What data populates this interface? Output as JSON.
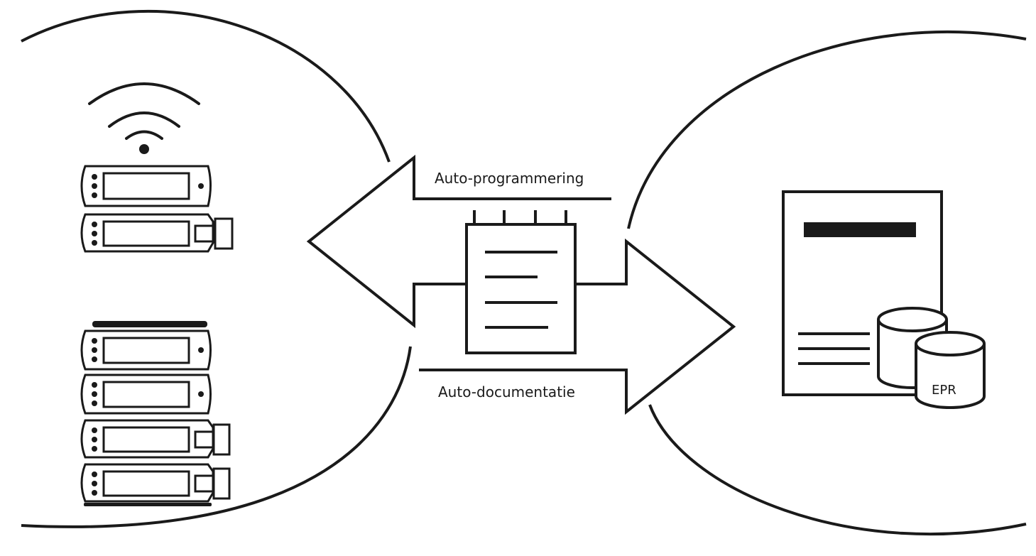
{
  "diagram": {
    "arrows": {
      "top_label": "Auto-programmering",
      "bottom_label": "Auto-documentatie"
    },
    "database": {
      "label": "EPR"
    },
    "icons": {
      "left_circle": [
        "wifi-icon",
        "infusion-pump-icon",
        "syringe-pump-icon",
        "pump-stack-icon"
      ],
      "center": "interface-module-icon",
      "right_circle": [
        "document-icon",
        "database-icon"
      ]
    },
    "colors": {
      "stroke": "#1a1a1a",
      "background": "#ffffff"
    }
  }
}
